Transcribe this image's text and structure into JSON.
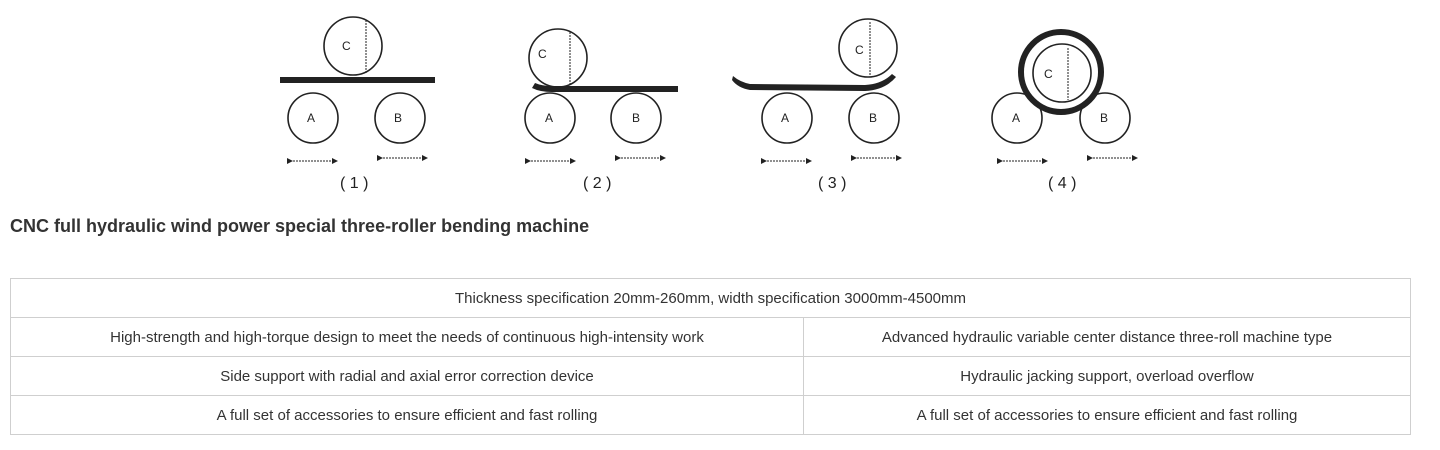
{
  "diagram": {
    "roller_labels": {
      "top": "C",
      "left": "A",
      "right": "B"
    },
    "steps": [
      "( 1 )",
      "( 2 )",
      "( 3 )",
      "( 4 )"
    ]
  },
  "title": "CNC full hydraulic wind power special three-roller bending machine",
  "table": {
    "full_row": "Thickness specification 20mm-260mm, width specification 3000mm-4500mm",
    "rows": [
      [
        "High-strength and high-torque design to meet the needs of continuous high-intensity work",
        "Advanced hydraulic variable center distance three-roll machine type"
      ],
      [
        "Side support with radial and axial error correction device",
        "Hydraulic jacking support, overload overflow"
      ],
      [
        "A full set of accessories to ensure efficient and fast rolling",
        "A full set of accessories to ensure efficient and fast rolling"
      ]
    ]
  }
}
